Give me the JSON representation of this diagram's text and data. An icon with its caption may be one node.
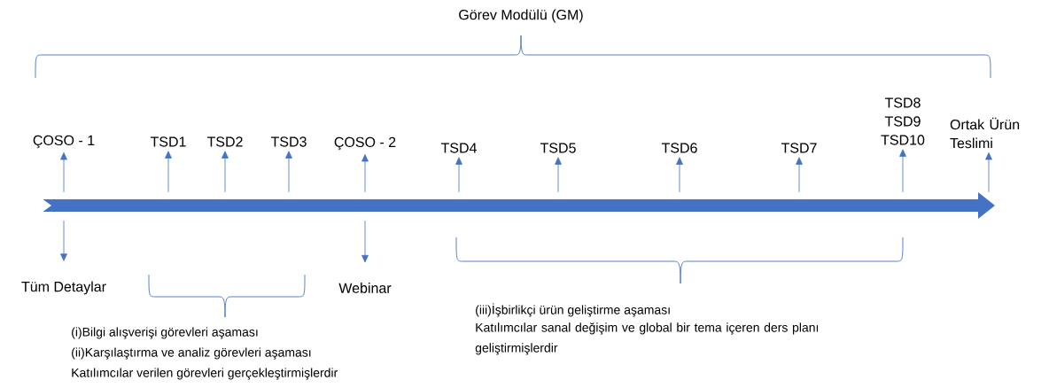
{
  "diagram": {
    "nodes": [
      {
        "text": [],
        "shape": "arrow"
      },
      {
        "text": [
          "ÇOSO - 1"
        ]
      },
      {
        "text": [
          "TSD1"
        ]
      },
      {
        "text": [
          "TSD2"
        ]
      },
      {
        "text": [
          "TSD3"
        ]
      },
      {
        "text": [
          "ÇOSO - 2"
        ]
      },
      {
        "text": [
          "TSD4"
        ]
      },
      {
        "text": [
          "TSD5"
        ]
      },
      {
        "text": [
          "TSD6"
        ]
      },
      {
        "text": [
          "TSD7"
        ]
      },
      {
        "text": [
          "TSD8",
          "TSD9",
          "TSD10"
        ]
      },
      {
        "text": [
          "Ortak Ürün Teslimi"
        ]
      },
      {
        "text": [
          "Tüm Detaylar"
        ]
      },
      {
        "text": [
          "Webinar"
        ]
      }
    ],
    "edges": [
      {
        "from": 0,
        "to": 1,
        "arrow": "to"
      },
      {
        "from": 0,
        "to": 2,
        "arrow": "to"
      },
      {
        "from": 0,
        "to": 3,
        "arrow": "to"
      },
      {
        "from": 0,
        "to": 4,
        "arrow": "to"
      },
      {
        "from": 0,
        "to": 5,
        "arrow": "to"
      },
      {
        "from": 0,
        "to": 6,
        "arrow": "to"
      },
      {
        "from": 0,
        "to": 7,
        "arrow": "to"
      },
      {
        "from": 0,
        "to": 8,
        "arrow": "to"
      },
      {
        "from": 0,
        "to": 9,
        "arrow": "to"
      },
      {
        "from": 0,
        "to": 10,
        "arrow": "to"
      },
      {
        "from": 0,
        "to": 11,
        "arrow": "to"
      },
      {
        "from": 0,
        "to": 12,
        "arrow": "to"
      },
      {
        "from": 0,
        "to": 13,
        "arrow": "to"
      }
    ],
    "labels": [
      "Görev Modülü (GM)",
      "(i)Bilgi alışverişi görevleri aşaması",
      "(ii)Karşılaştırma ve analiz görevleri aşaması",
      "Katılımcılar verilen görevleri gerçekleştirmişlerdir",
      "(iii)İşbirlikçi ürün geliştirme aşaması",
      "Katılımcılar sanal değişim ve global bir tema içeren ders planı geliştirmişlerdir"
    ]
  }
}
